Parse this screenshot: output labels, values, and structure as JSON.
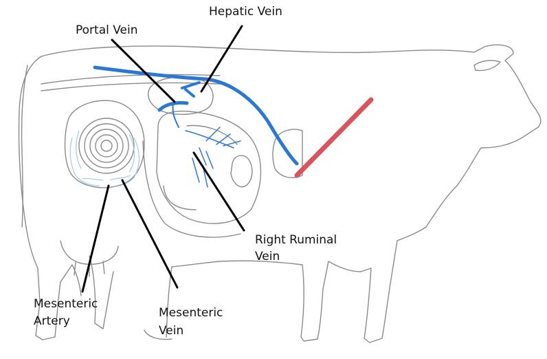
{
  "labels": {
    "hepatic_vein": "Hepatic Vein",
    "portal_vein": "Portal Vein",
    "right_ruminal_vein_line1": "Right Ruminal",
    "right_ruminal_vein_line2": "Vein",
    "mesenteric_artery_line1": "Mesenteric",
    "mesenteric_artery_line2": "Artery",
    "mesenteric_vein_line1": "Mesenteric",
    "mesenteric_vein_line2": "Vein"
  },
  "colors": {
    "vein": "#2a78d2",
    "artery": "#d8545f",
    "outline": "#8a8a8a",
    "leader": "#000000"
  }
}
